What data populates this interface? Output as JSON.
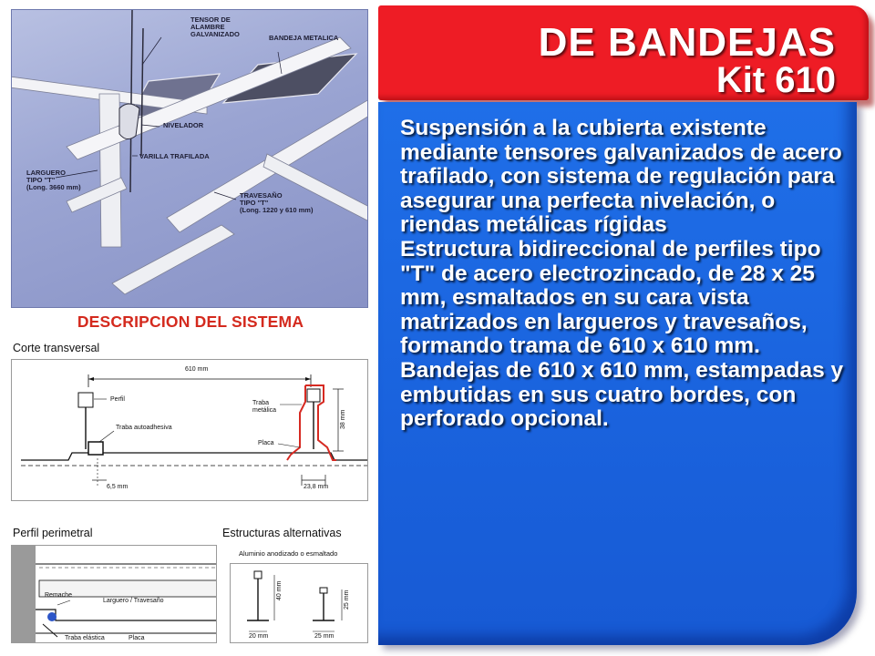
{
  "banner": {
    "title": "DE BANDEJAS",
    "subtitle": "Kit 610",
    "colors": {
      "banner": "#ee1c25",
      "panel": "#1f6fe8",
      "heading": "#d42a1e"
    }
  },
  "description": {
    "paragraphs": [
      "Suspensión a la cubierta existente mediante tensores galvanizados de acero trafilado, con sistema de regulación para asegurar una perfecta nivelación, o riendas metálicas rígidas",
      "Estructura bidireccional de perfiles tipo \"T\" de acero electrozincado, de 28 x 25 mm, esmaltados en su cara vista matrizados en largueros y travesaños, formando trama de 610 x 610 mm.",
      "Bandejas de 610 x 610 mm, estampadas y embutidas en sus cuatro bordes, con perforado opcional."
    ]
  },
  "system_photo": {
    "labels": {
      "tensor": "TENSOR DE\nALAMBRE\nGALVANIZADO",
      "bandeja": "BANDEJA METALICA",
      "nivelador": "NIVELADOR",
      "varilla": "VARILLA TRAFILADA",
      "larguero": "LARGUERO\nTIPO \"T\"\n(Long. 3660 mm)",
      "travesano": "TRAVESAÑO\nTIPO \"T\"\n(Long. 1220 y 610 mm)"
    }
  },
  "section_heading": "DESCRIPCION DEL SISTEMA",
  "corte_transversal": {
    "title": "Corte transversal",
    "labels": {
      "span": "610 mm",
      "perfil": "Perfil",
      "traba_autoadhesiva": "Traba autoadhesiva",
      "traba_metalica": "Traba\nmetálica",
      "placa": "Placa",
      "height": "38 mm",
      "width": "23,8 mm",
      "gap": "6,5 mm"
    }
  },
  "perfil_perimetral": {
    "title": "Perfil perimetral",
    "labels": {
      "remache": "Remache",
      "larguero": "Larguero / Travesaño",
      "traba_elastica": "Traba elástica",
      "placa": "Placa"
    }
  },
  "estructuras_alternativas": {
    "title": "Estructuras alternativas",
    "caption": "Aluminio anodizado o esmaltado",
    "labels": {
      "h1": "40 mm",
      "h2": "25 mm",
      "w1": "20 mm",
      "w2": "25 mm"
    }
  }
}
